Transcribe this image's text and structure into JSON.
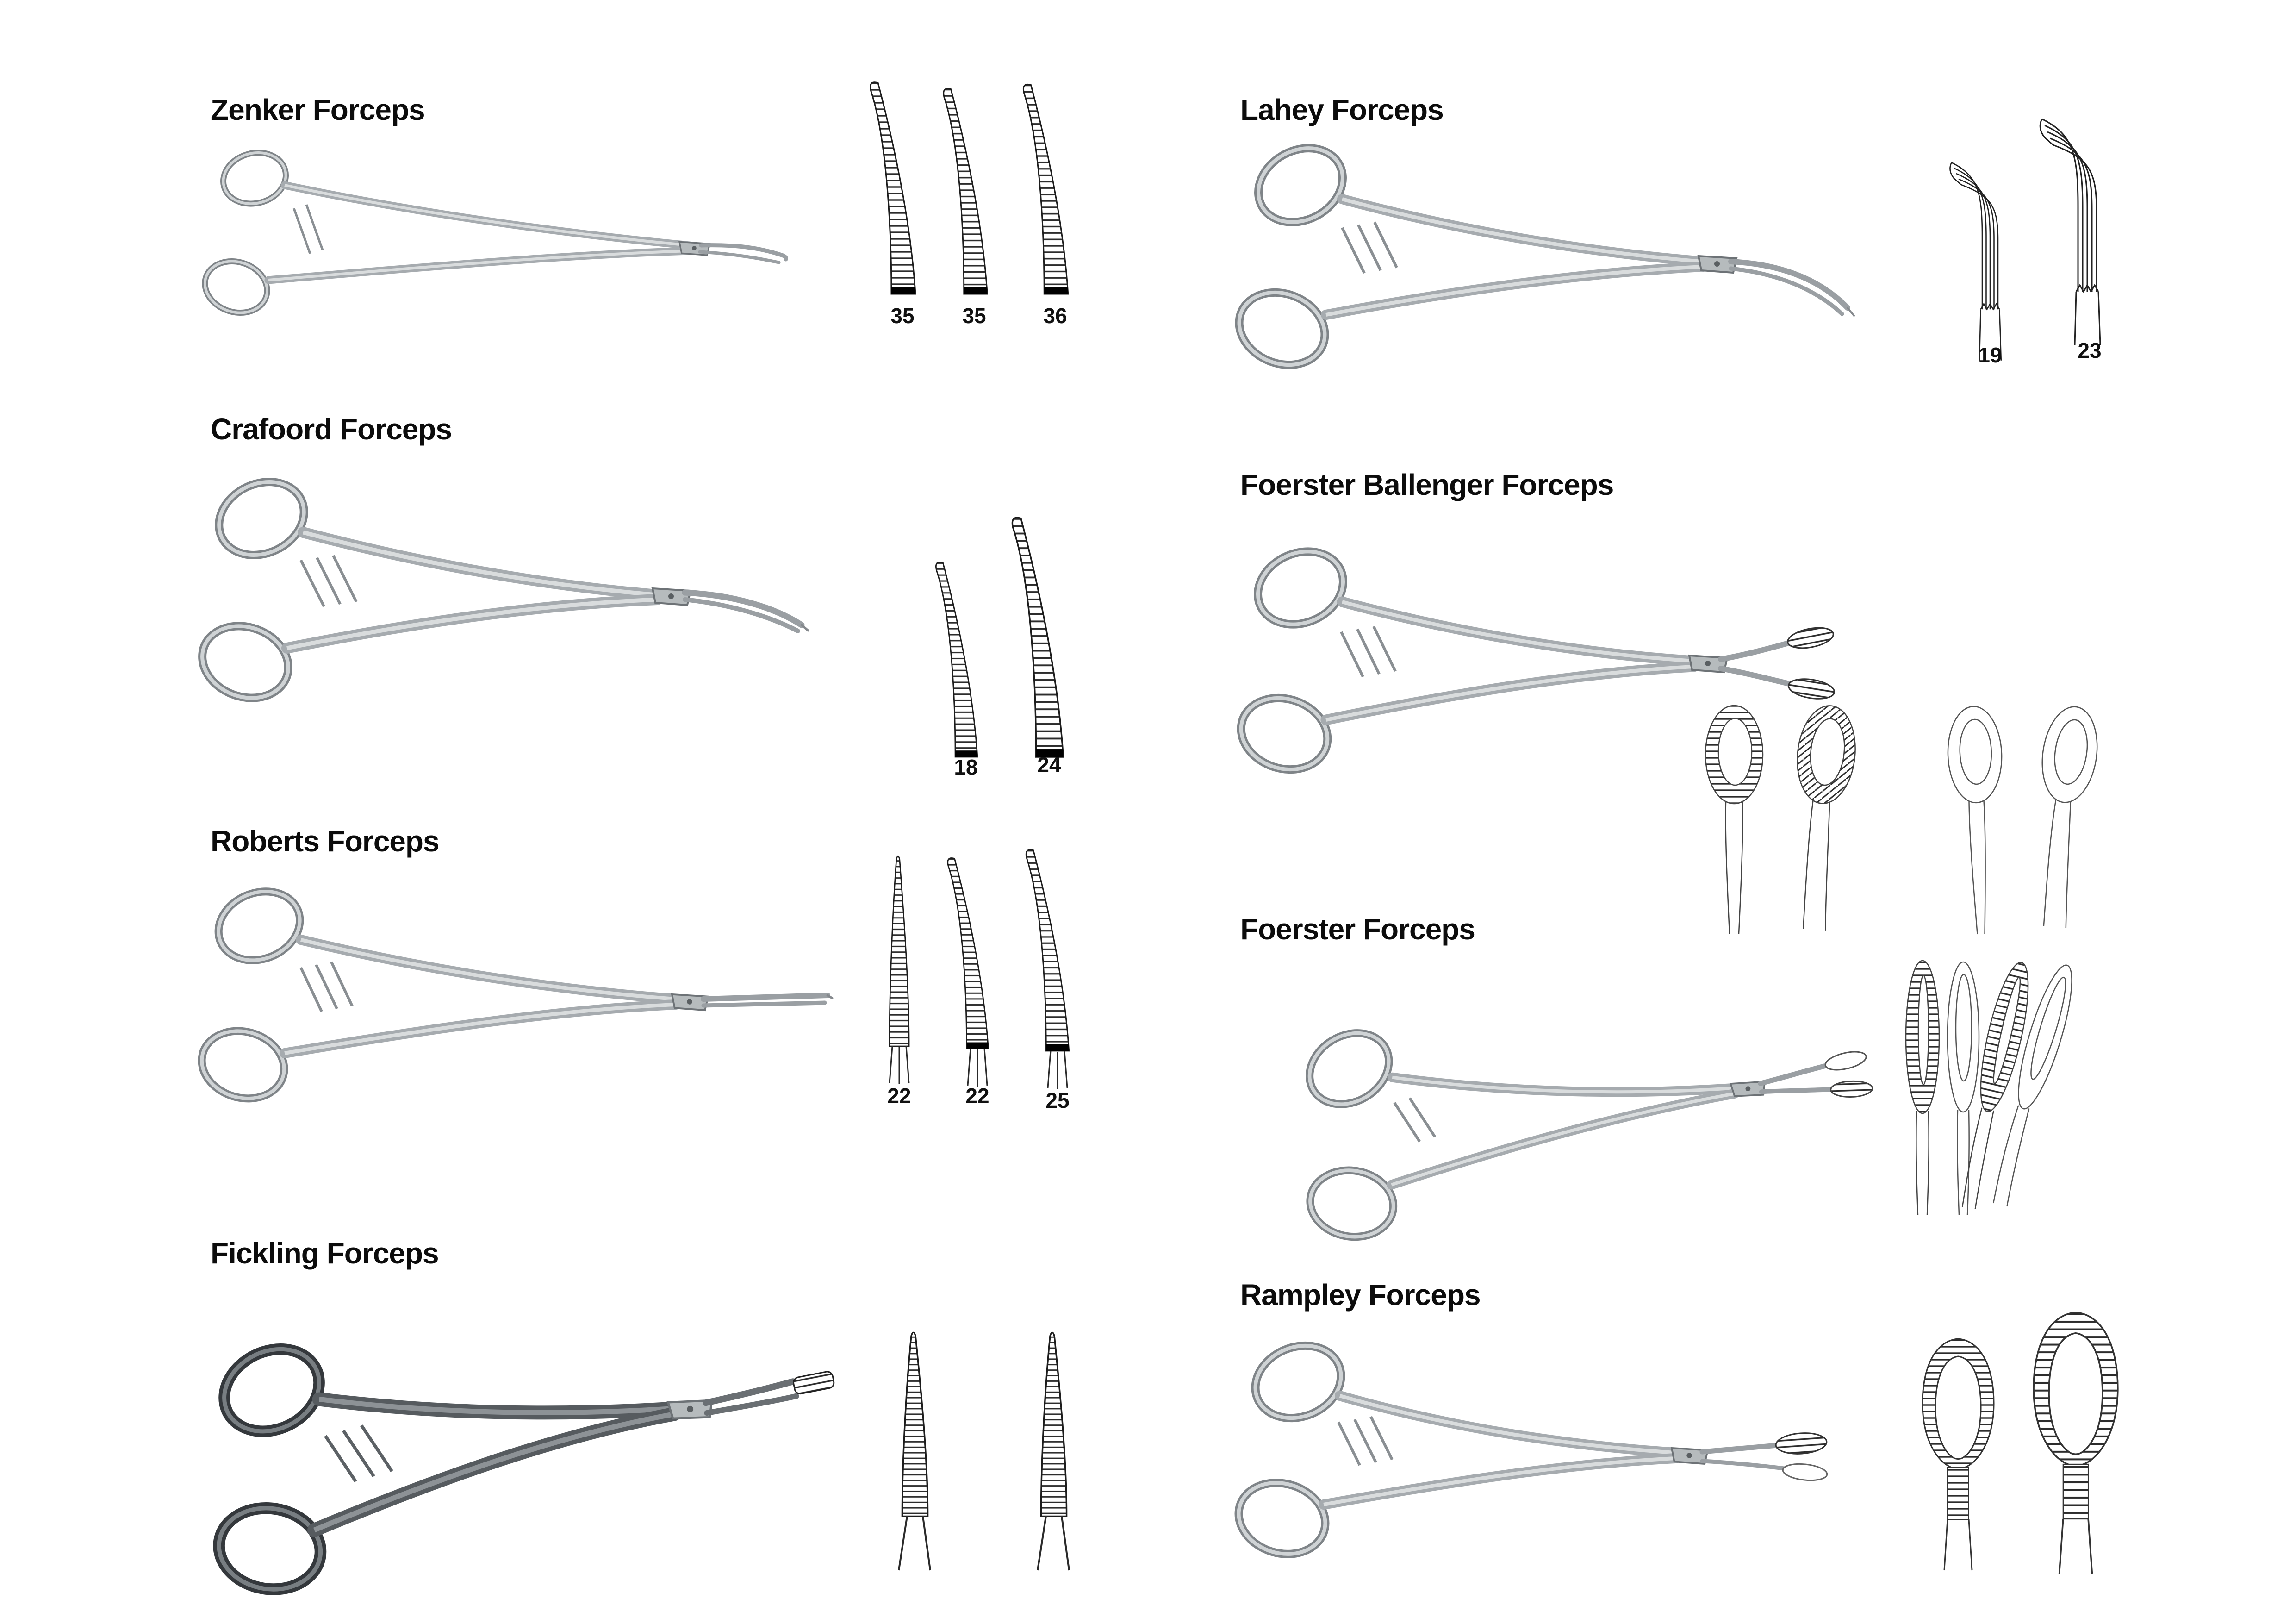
{
  "page": {
    "background": "#ffffff",
    "ink": "#0c0c0c",
    "steel_light": "#cfd3d5",
    "steel_dark": "#7f8488"
  },
  "products": [
    {
      "id": "zenker",
      "title": "Zenker Forceps",
      "tip_labels": [
        "35",
        "35",
        "36"
      ]
    },
    {
      "id": "crafoord",
      "title": "Crafoord Forceps",
      "tip_labels": [
        "18",
        "24"
      ]
    },
    {
      "id": "roberts",
      "title": "Roberts Forceps",
      "tip_labels": [
        "22",
        "22",
        "25"
      ]
    },
    {
      "id": "fickling",
      "title": "Fickling Forceps",
      "tip_labels": []
    },
    {
      "id": "lahey",
      "title": "Lahey Forceps",
      "tip_labels": [
        "19",
        "23"
      ]
    },
    {
      "id": "foerster-ballenger",
      "title": "Foerster Ballenger Forceps",
      "tip_labels": []
    },
    {
      "id": "foerster",
      "title": "Foerster Forceps",
      "tip_labels": []
    },
    {
      "id": "rampley",
      "title": "Rampley Forceps",
      "tip_labels": []
    }
  ]
}
